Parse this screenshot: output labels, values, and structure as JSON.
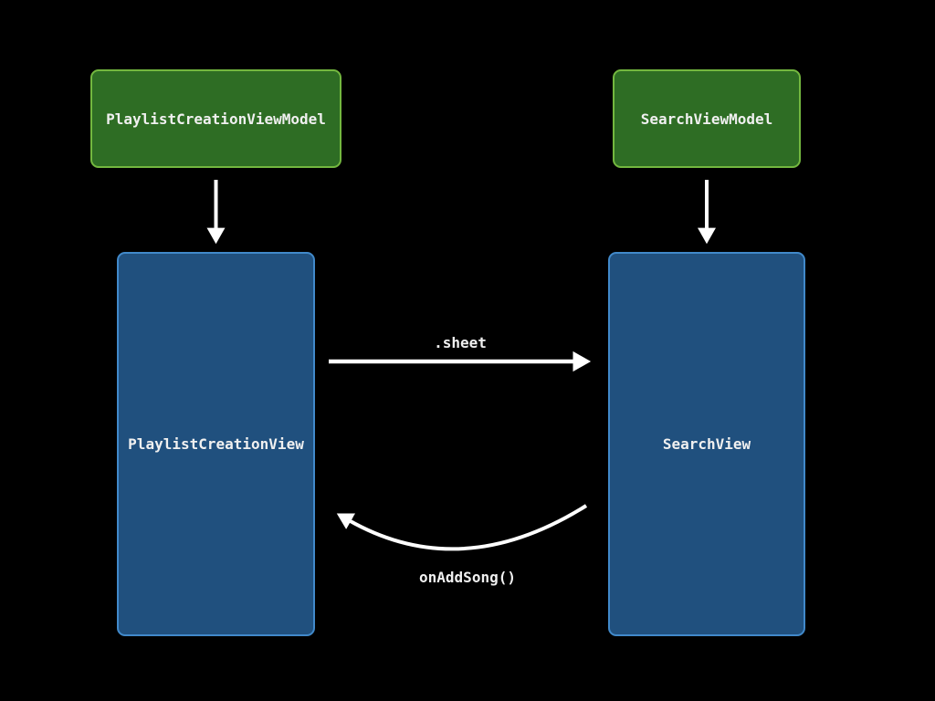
{
  "colors": {
    "background": "#000000",
    "viewmodel_fill": "#2e6d24",
    "viewmodel_border": "#73b73f",
    "view_fill": "#20507e",
    "view_border": "#4189ca",
    "arrow": "#ffffff",
    "text": "#f0f0f0"
  },
  "nodes": {
    "playlist_creation_viewmodel": {
      "label": "PlaylistCreationViewModel",
      "type": "viewmodel"
    },
    "search_viewmodel": {
      "label": "SearchViewModel",
      "type": "viewmodel"
    },
    "playlist_creation_view": {
      "label": "PlaylistCreationView",
      "type": "view"
    },
    "search_view": {
      "label": "SearchView",
      "type": "view"
    }
  },
  "edges": {
    "viewmodel_to_view_left": {
      "from": "playlist_creation_viewmodel",
      "to": "playlist_creation_view",
      "label": ""
    },
    "viewmodel_to_view_right": {
      "from": "search_viewmodel",
      "to": "search_view",
      "label": ""
    },
    "sheet": {
      "from": "playlist_creation_view",
      "to": "search_view",
      "label": ".sheet"
    },
    "on_add_song": {
      "from": "search_view",
      "to": "playlist_creation_view",
      "label": "onAddSong()"
    }
  }
}
